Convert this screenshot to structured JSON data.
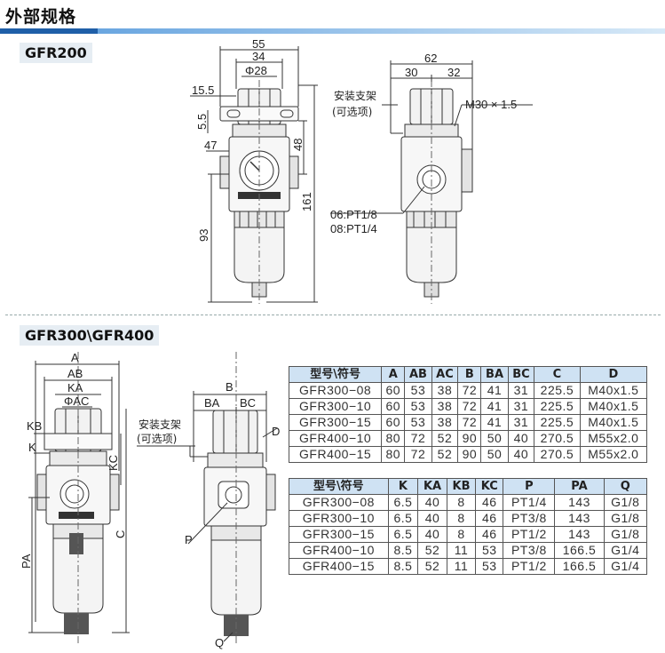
{
  "header": {
    "title": "外部规格"
  },
  "section1": {
    "label": "GFR200",
    "front_dims": {
      "d55": "55",
      "d34": "34",
      "d28": "Φ28",
      "d15_5": "15.5",
      "d5_5": "5.5",
      "d47": "47",
      "d48": "48",
      "d161": "161",
      "d93": "93"
    },
    "side_dims": {
      "d62": "62",
      "d30": "30",
      "d32": "32",
      "thread": "M30 × 1.5",
      "bracket1": "安装支架",
      "bracket2": "(可选项)",
      "port1": "06:PT1/8",
      "port2": "08:PT1/4"
    }
  },
  "section2": {
    "label": "GFR300\\GFR400",
    "front_dims": {
      "A": "A",
      "AB": "AB",
      "KA": "KA",
      "AC": "ΦAC",
      "KB": "KB",
      "K": "K",
      "KC": "KC",
      "C": "C",
      "PA": "PA"
    },
    "side_dims": {
      "B": "B",
      "BA": "BA",
      "BC": "BC",
      "D": "D",
      "P": "P",
      "Q": "Q",
      "bracket1": "安装支架",
      "bracket2": "(可选项)"
    }
  },
  "table1": {
    "headers": [
      "型号\\符号",
      "A",
      "AB",
      "AC",
      "B",
      "BA",
      "BC",
      "C",
      "D"
    ],
    "rows": [
      [
        "GFR300−08",
        "60",
        "53",
        "38",
        "72",
        "41",
        "31",
        "225.5",
        "M40x1.5"
      ],
      [
        "GFR300−10",
        "60",
        "53",
        "38",
        "72",
        "41",
        "31",
        "225.5",
        "M40x1.5"
      ],
      [
        "GFR300−15",
        "60",
        "53",
        "38",
        "72",
        "41",
        "31",
        "225.5",
        "M40x1.5"
      ],
      [
        "GFR400−10",
        "80",
        "72",
        "52",
        "90",
        "50",
        "40",
        "270.5",
        "M55x2.0"
      ],
      [
        "GFR400−15",
        "80",
        "72",
        "52",
        "90",
        "50",
        "40",
        "270.5",
        "M55x2.0"
      ]
    ]
  },
  "table2": {
    "headers": [
      "型号\\符号",
      "K",
      "KA",
      "KB",
      "KC",
      "P",
      "PA",
      "Q"
    ],
    "rows": [
      [
        "GFR300−08",
        "6.5",
        "40",
        "8",
        "46",
        "PT1/4",
        "143",
        "G1/8"
      ],
      [
        "GFR300−10",
        "6.5",
        "40",
        "8",
        "46",
        "PT3/8",
        "143",
        "G1/8"
      ],
      [
        "GFR300−15",
        "6.5",
        "40",
        "8",
        "46",
        "PT1/2",
        "143",
        "G1/8"
      ],
      [
        "GFR400−10",
        "8.5",
        "52",
        "11",
        "53",
        "PT3/8",
        "166.5",
        "G1/4"
      ],
      [
        "GFR400−15",
        "8.5",
        "52",
        "11",
        "53",
        "PT1/2",
        "166.5",
        "G1/4"
      ]
    ]
  }
}
